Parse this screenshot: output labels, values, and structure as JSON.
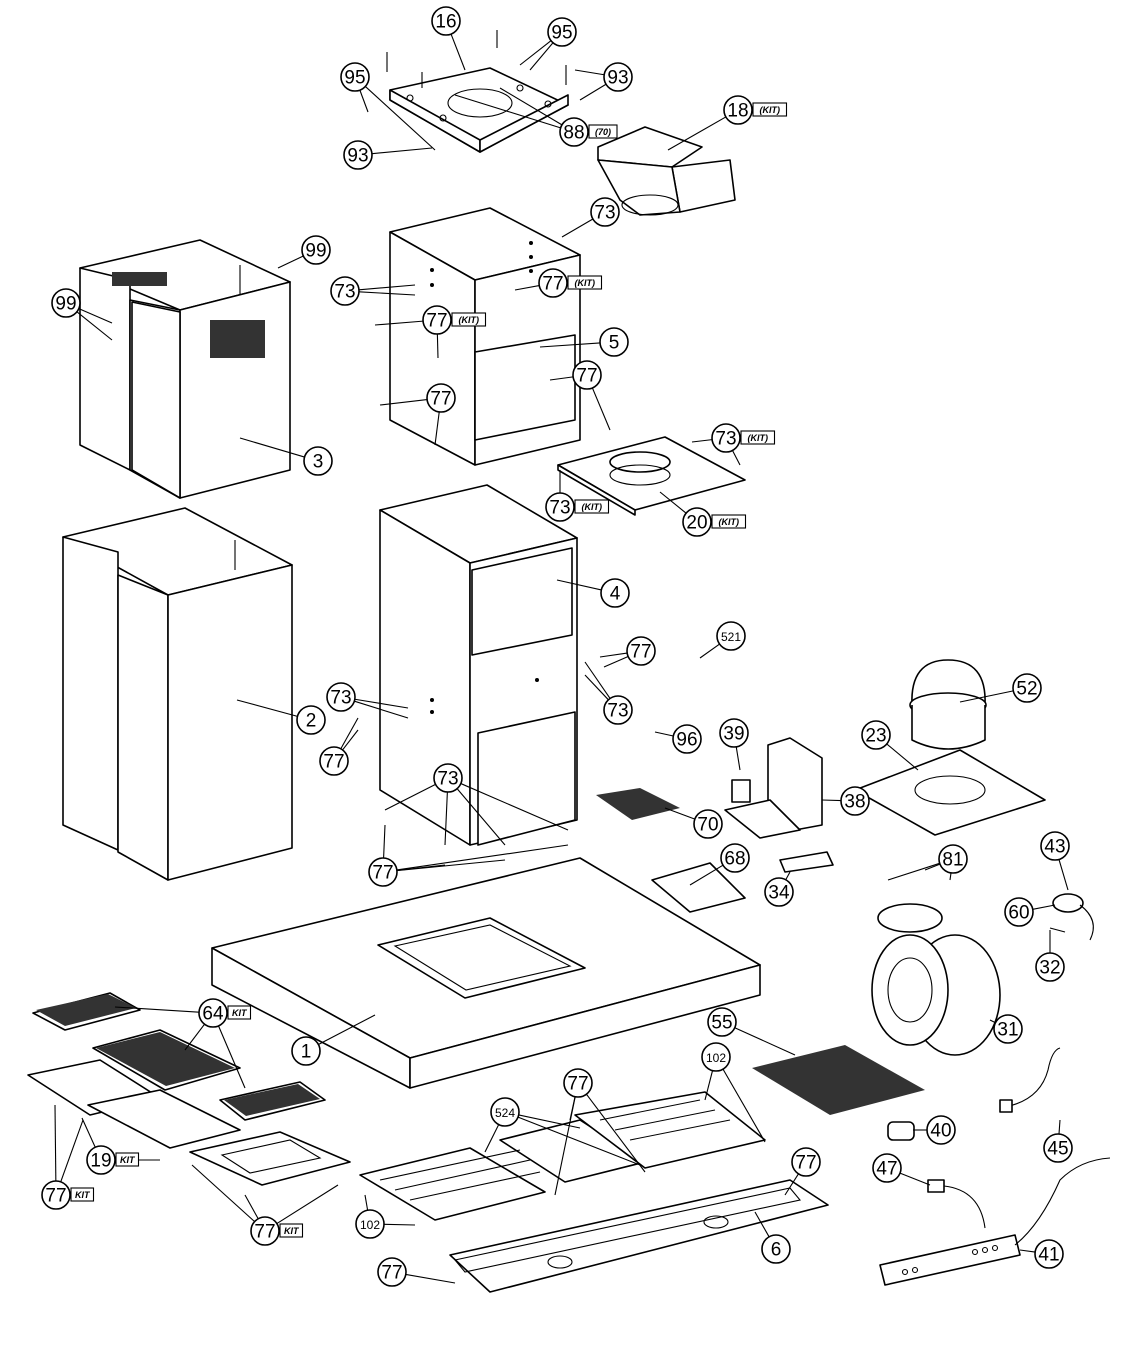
{
  "callouts": [
    {
      "label": "16"
    },
    {
      "label": "95"
    },
    {
      "label": "93"
    },
    {
      "label": "95"
    },
    {
      "label": "93"
    },
    {
      "label": "88",
      "tag": "(70)"
    },
    {
      "label": "18",
      "tag": "(KIT)"
    },
    {
      "label": "73"
    },
    {
      "label": "99"
    },
    {
      "label": "99"
    },
    {
      "label": "73"
    },
    {
      "label": "77",
      "tag": "(KIT)"
    },
    {
      "label": "77",
      "tag": "(KIT)"
    },
    {
      "label": "5"
    },
    {
      "label": "77"
    },
    {
      "label": "77"
    },
    {
      "label": "3"
    },
    {
      "label": "73",
      "tag": "(KIT)"
    },
    {
      "label": "73",
      "tag": "(KIT)"
    },
    {
      "label": "20",
      "tag": "(KIT)"
    },
    {
      "label": "4"
    },
    {
      "label": "77"
    },
    {
      "label": "521"
    },
    {
      "label": "52"
    },
    {
      "label": "73"
    },
    {
      "label": "73"
    },
    {
      "label": "2"
    },
    {
      "label": "77"
    },
    {
      "label": "96"
    },
    {
      "label": "39"
    },
    {
      "label": "23"
    },
    {
      "label": "38"
    },
    {
      "label": "73"
    },
    {
      "label": "70"
    },
    {
      "label": "77"
    },
    {
      "label": "81"
    },
    {
      "label": "68"
    },
    {
      "label": "43"
    },
    {
      "label": "34"
    },
    {
      "label": "60"
    },
    {
      "label": "32"
    },
    {
      "label": "64",
      "tag": "KIT"
    },
    {
      "label": "1"
    },
    {
      "label": "55"
    },
    {
      "label": "31"
    },
    {
      "label": "77"
    },
    {
      "label": "102"
    },
    {
      "label": "524"
    },
    {
      "label": "40"
    },
    {
      "label": "45"
    },
    {
      "label": "19",
      "tag": "KIT"
    },
    {
      "label": "77",
      "tag": "KIT"
    },
    {
      "label": "77"
    },
    {
      "label": "47"
    },
    {
      "label": "77",
      "tag": "KIT"
    },
    {
      "label": "102"
    },
    {
      "label": "6"
    },
    {
      "label": "41"
    },
    {
      "label": "77"
    }
  ]
}
